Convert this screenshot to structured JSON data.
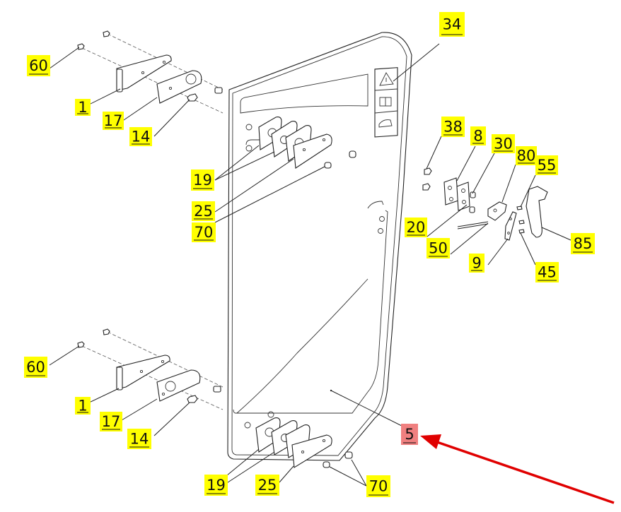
{
  "diagram": {
    "highlight_color": "#ffff00",
    "selected_color": "#f08080",
    "arrow_color": "#e00000",
    "callouts": [
      {
        "id": "c34a",
        "text": "34",
        "selected": false
      },
      {
        "id": "c60a",
        "text": "60",
        "selected": false
      },
      {
        "id": "c1a",
        "text": "1",
        "selected": false
      },
      {
        "id": "c17a",
        "text": "17",
        "selected": false
      },
      {
        "id": "c14a",
        "text": "14",
        "selected": false
      },
      {
        "id": "c19a",
        "text": "19",
        "selected": false
      },
      {
        "id": "c25a",
        "text": "25",
        "selected": false
      },
      {
        "id": "c70a",
        "text": "70",
        "selected": false
      },
      {
        "id": "c38",
        "text": "38",
        "selected": false
      },
      {
        "id": "c8",
        "text": "8",
        "selected": false
      },
      {
        "id": "c30",
        "text": "30",
        "selected": false
      },
      {
        "id": "c80",
        "text": "80",
        "selected": false
      },
      {
        "id": "c55",
        "text": "55",
        "selected": false
      },
      {
        "id": "c20",
        "text": "20",
        "selected": false
      },
      {
        "id": "c50",
        "text": "50",
        "selected": false
      },
      {
        "id": "c85",
        "text": "85",
        "selected": false
      },
      {
        "id": "c9",
        "text": "9",
        "selected": false
      },
      {
        "id": "c45",
        "text": "45",
        "selected": false
      },
      {
        "id": "c60b",
        "text": "60",
        "selected": false
      },
      {
        "id": "c1b",
        "text": "1",
        "selected": false
      },
      {
        "id": "c17b",
        "text": "17",
        "selected": false
      },
      {
        "id": "c14b",
        "text": "14",
        "selected": false
      },
      {
        "id": "c19b",
        "text": "19",
        "selected": false
      },
      {
        "id": "c25b",
        "text": "25",
        "selected": false
      },
      {
        "id": "c70b",
        "text": "70",
        "selected": false
      },
      {
        "id": "c5",
        "text": "5",
        "selected": true
      }
    ]
  }
}
